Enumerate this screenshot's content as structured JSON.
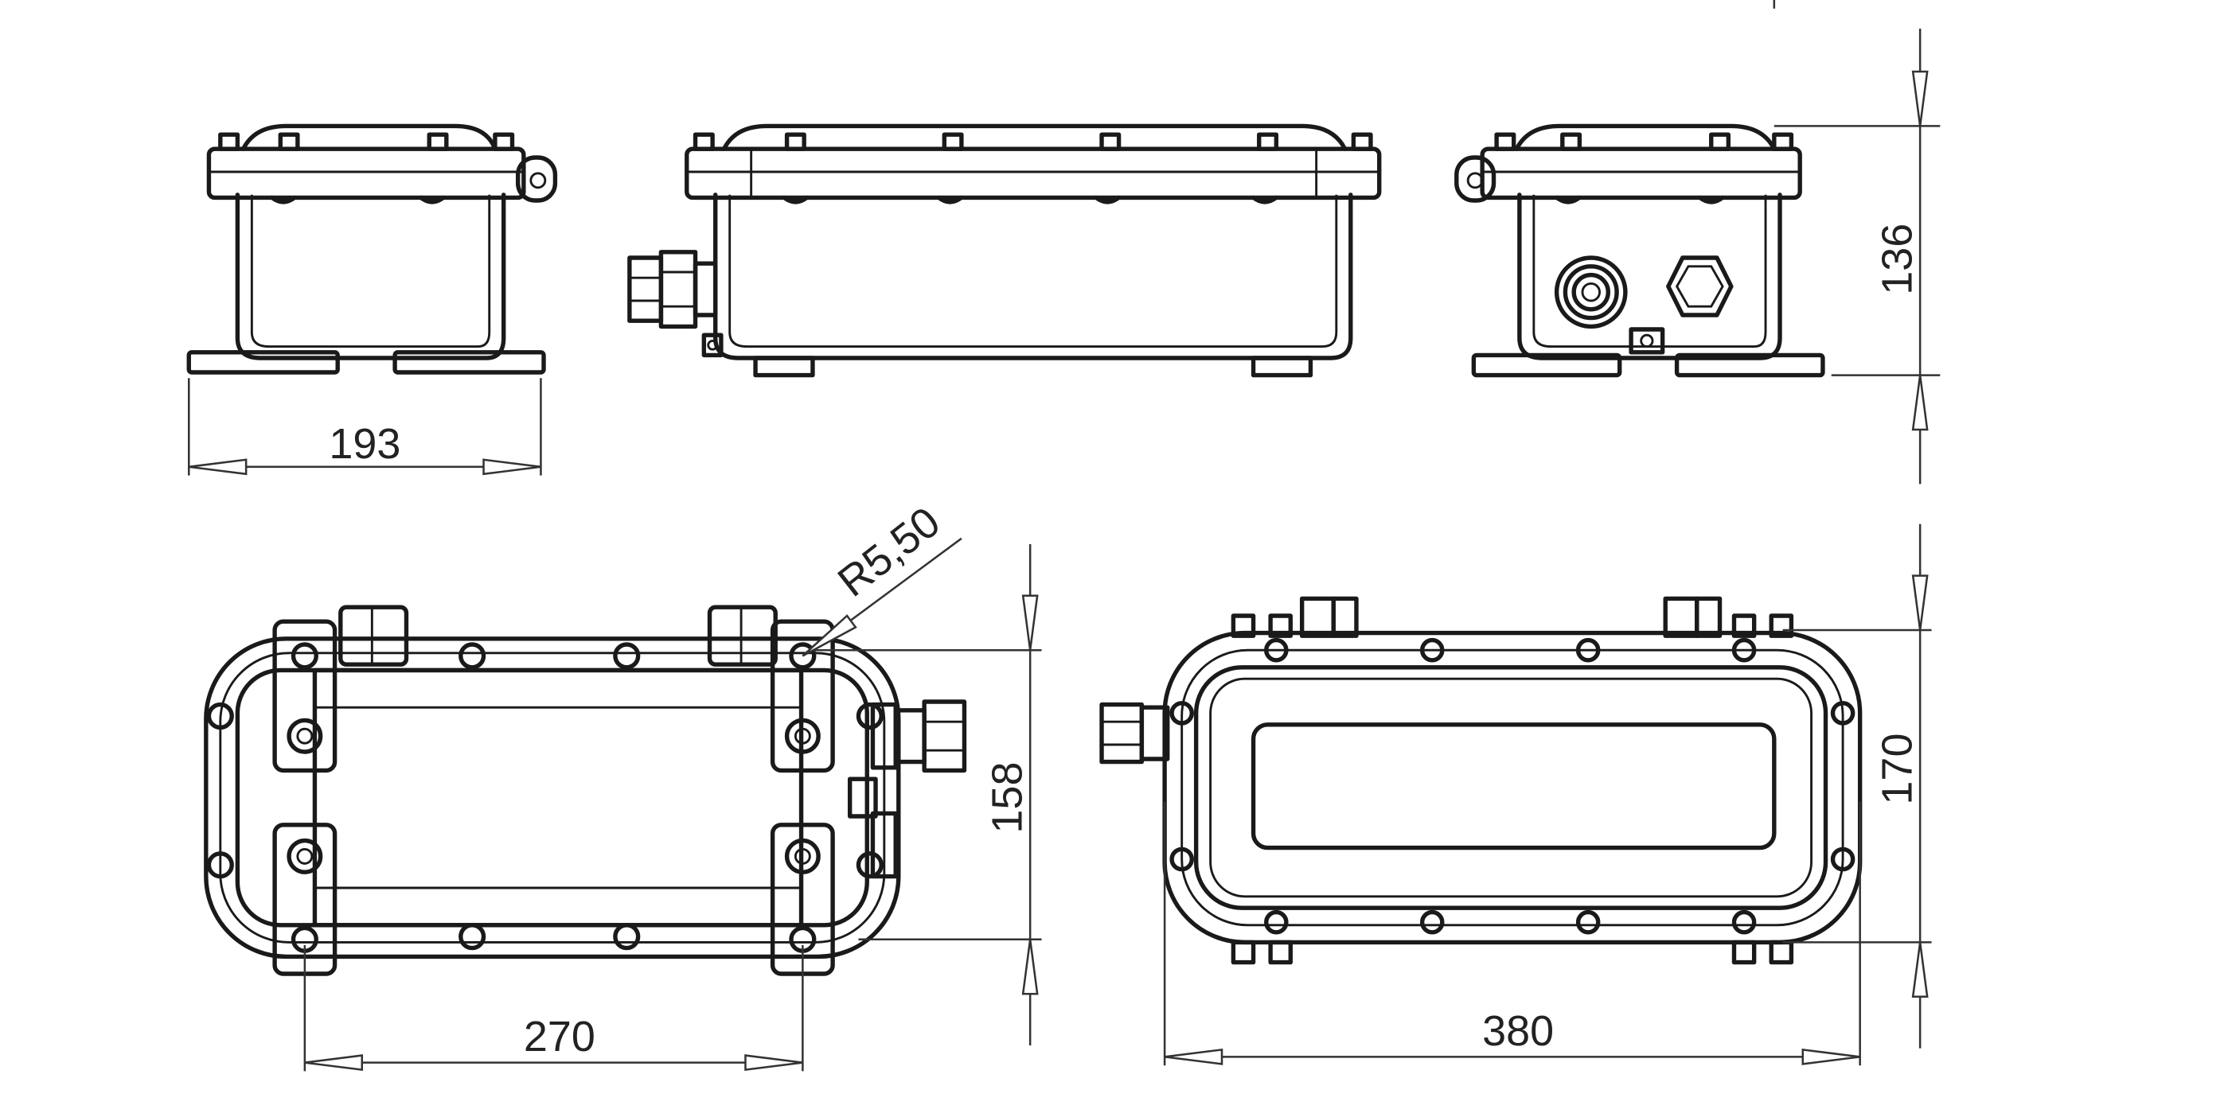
{
  "dimensions": {
    "side_width": "193",
    "height": "136",
    "radius": "R5,50",
    "depth": "158",
    "length_270": "270",
    "length_380": "380",
    "width_170": "170"
  },
  "colors": {
    "line": "#1a1a1a",
    "background": "#ffffff"
  }
}
